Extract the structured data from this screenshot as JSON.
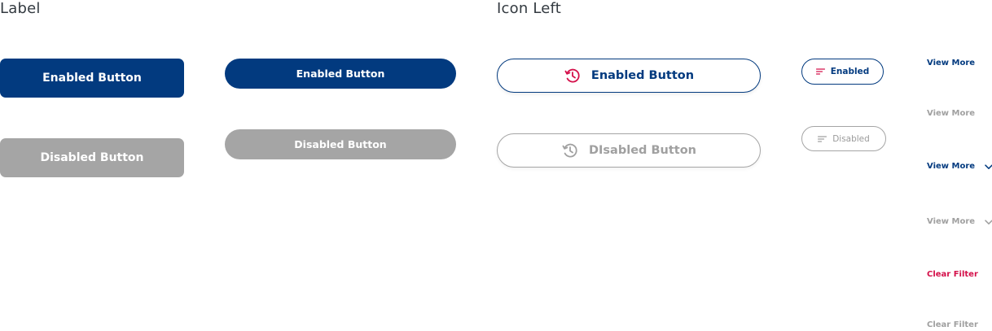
{
  "headings": {
    "label": "Label",
    "icon_left": "Icon Left"
  },
  "label_buttons": {
    "large_enabled": "Enabled Button",
    "large_disabled": "Disabled Button",
    "pill_enabled": "Enabled Button",
    "pill_disabled": "Disabled Button"
  },
  "icon_left_buttons": {
    "outline_enabled": "Enabled Button",
    "outline_disabled": "DIsabled Button",
    "outline_icon": "history-icon",
    "chip_enabled": "Enabled",
    "chip_disabled": "Disabled",
    "chip_icon": "filter-lines-icon"
  },
  "links": {
    "view_more_enabled": "View More",
    "view_more_disabled": "View More",
    "view_more_expand_enabled": "View More",
    "view_more_expand_disabled": "View More",
    "clear_filter_enabled": "Clear Filter",
    "clear_filter_disabled": "Clear Filter",
    "expand_icon": "chevron-down-icon"
  },
  "colors": {
    "primary": "#023a7f",
    "disabled": "#a5a5a5",
    "accent_red": "#d4104a",
    "text": "#333a40"
  }
}
